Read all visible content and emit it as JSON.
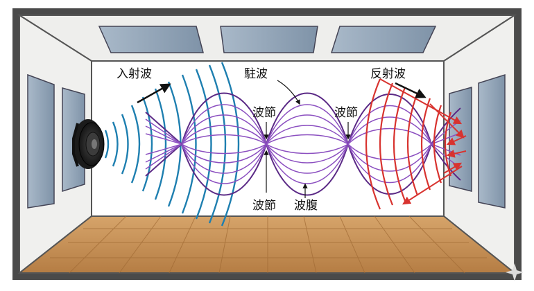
{
  "labels": {
    "incident_wave": "入射波",
    "standing_wave": "駐波",
    "reflected_wave": "反射波",
    "node_top_left": "波節",
    "node_top_right": "波節",
    "node_bottom": "波節",
    "antinode": "波腹"
  },
  "colors": {
    "incident": "#1e7fb0",
    "standing": "#5b2a86",
    "standing_light": "#8b4fc0",
    "reflected": "#d8332f",
    "floor": "#c9935a",
    "panel": "#8fa3b8",
    "frame": "#3a3a3a"
  },
  "icons": [
    "speaker-icon",
    "arrow-right-icon"
  ]
}
